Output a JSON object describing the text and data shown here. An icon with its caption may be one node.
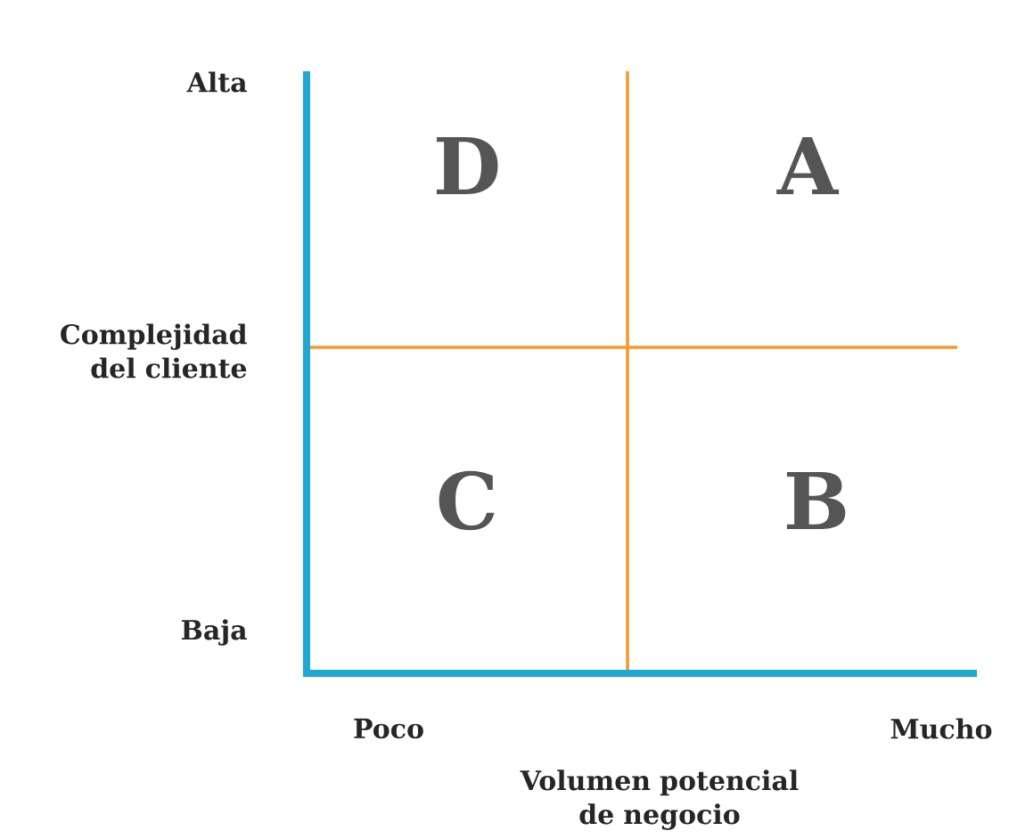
{
  "diagram": {
    "labels": [
      "Alta",
      "D",
      "A",
      "Complejidad del cliente",
      "C",
      "B",
      "Baja",
      "Poco",
      "Mucho",
      "Volumen potencial de negocio"
    ]
  }
}
